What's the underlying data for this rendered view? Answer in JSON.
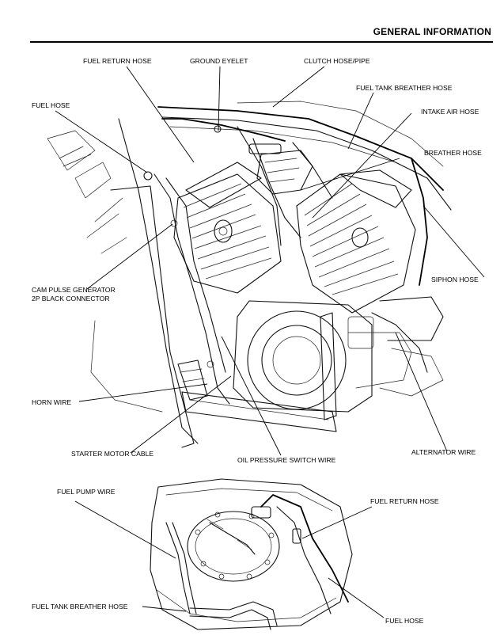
{
  "header": {
    "title": "GENERAL INFORMATION"
  },
  "engine_labels": {
    "fuel_return_hose": "FUEL RETURN HOSE",
    "ground_eyelet": "GROUND EYELET",
    "clutch_hose_pipe": "CLUTCH HOSE/PIPE",
    "fuel_tank_breather_hose": "FUEL TANK BREATHER HOSE",
    "fuel_hose": "FUEL HOSE",
    "intake_air_hose": "INTAKE AIR HOSE",
    "breather_hose": "BREATHER HOSE",
    "cam_pulse_generator_line1": "CAM PULSE GENERATOR",
    "cam_pulse_generator_line2": "2P BLACK CONNECTOR",
    "siphon_hose": "SIPHON HOSE",
    "horn_wire": "HORN WIRE",
    "starter_motor_cable": "STARTER MOTOR CABLE",
    "oil_pressure_switch_wire": "OIL PRESSURE SWITCH WIRE",
    "alternator_wire": "ALTERNATOR WIRE"
  },
  "tank_labels": {
    "fuel_pump_wire": "FUEL PUMP WIRE",
    "fuel_return_hose": "FUEL RETURN HOSE",
    "fuel_tank_breather_hose": "FUEL TANK BREATHER HOSE",
    "fuel_hose": "FUEL HOSE"
  }
}
